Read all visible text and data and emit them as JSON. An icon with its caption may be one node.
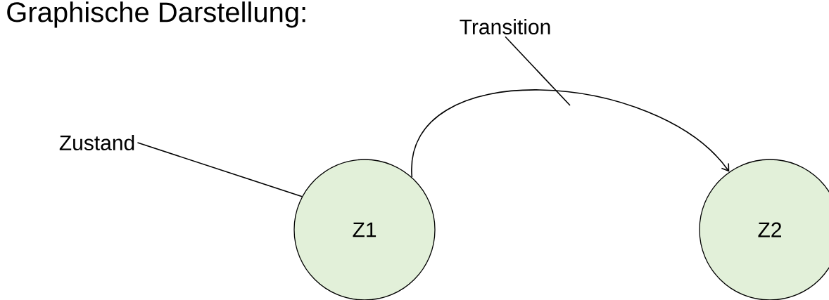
{
  "diagram": {
    "nodes": [
      {
        "text": [
          "Zustand"
        ]
      },
      {
        "text": [
          "Transition"
        ]
      },
      {
        "text": [
          "Z1"
        ]
      },
      {
        "text": [
          "Z2"
        ]
      }
    ],
    "edges": [
      {
        "from": 2,
        "to": 3,
        "arrow": "to"
      },
      {
        "from": 0,
        "to": 2,
        "arrow": "none"
      },
      {
        "from": 1,
        "to": null,
        "arrow": "none"
      }
    ],
    "labels": [
      "Graphische Darstellung:"
    ]
  }
}
